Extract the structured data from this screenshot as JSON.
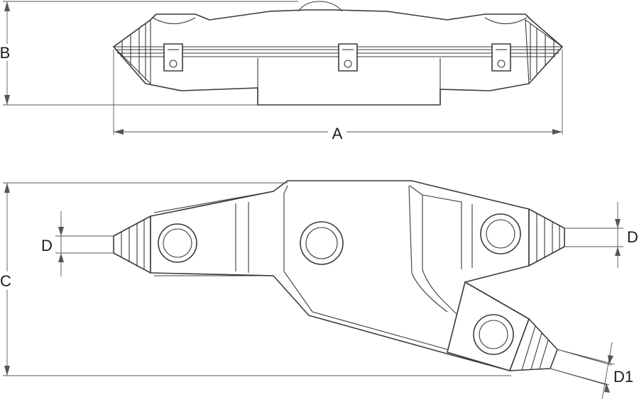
{
  "dimensions": {
    "a": "A",
    "b": "B",
    "c": "C",
    "d_left": "D",
    "d_right": "D",
    "d1": "D1"
  },
  "colors": {
    "line": "#3a3a3a",
    "dimension": "#555555",
    "background": "#ffffff"
  }
}
